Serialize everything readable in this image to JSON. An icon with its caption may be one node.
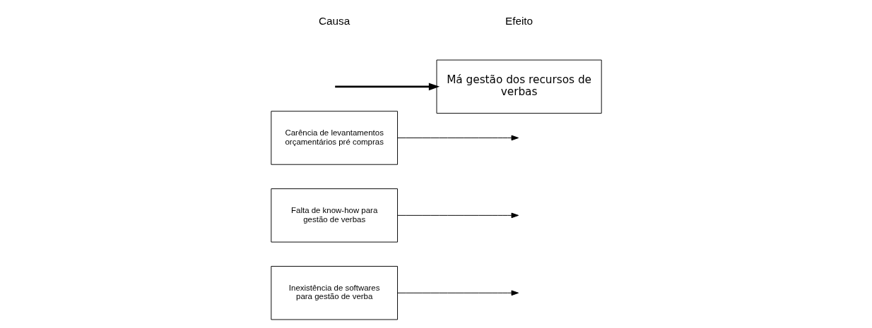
{
  "diagram": {
    "nodes": [
      {
        "text": [
          "Inexistência de softwares para gestão de verba"
        ]
      },
      {
        "text": [
          "Falta de know-how para gestão de verbas"
        ]
      },
      {
        "text": [
          "Carência de levantamentos orçamentários pré compras"
        ]
      },
      {
        "text": [
          "Má gestão dos recursos de verbas"
        ]
      }
    ],
    "edges": [
      {
        "from": null,
        "to": 3,
        "arrow": "to",
        "style": "thick"
      },
      {
        "from": 0,
        "to": null,
        "arrow": "to"
      },
      {
        "from": 1,
        "to": null,
        "arrow": "to"
      },
      {
        "from": 2,
        "to": null,
        "arrow": "to"
      }
    ],
    "labels": [
      "Causa",
      "Efeito"
    ]
  }
}
